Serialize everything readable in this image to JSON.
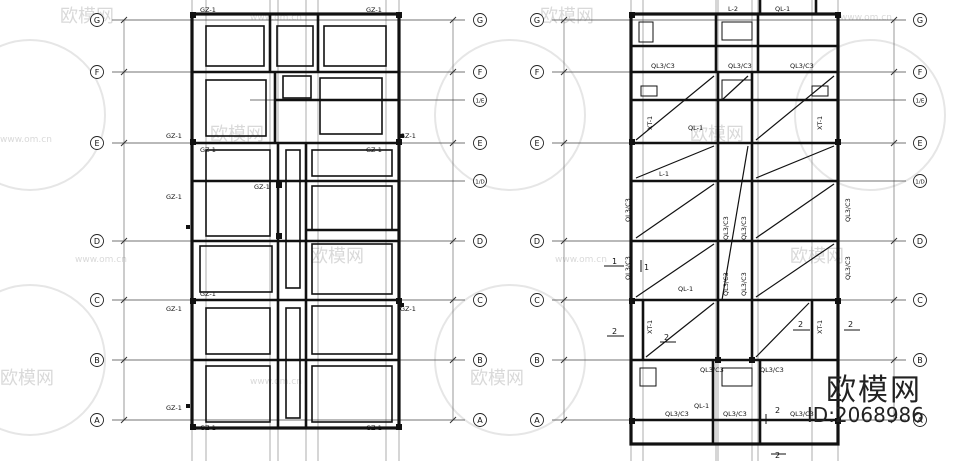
{
  "axes": {
    "letters": [
      "G",
      "F",
      "E",
      "D",
      "C",
      "B",
      "A"
    ],
    "mid_markers": [
      "1/E",
      "1/D"
    ]
  },
  "left_plan": {
    "col_label": "GZ-1",
    "col_label_short": "GZ-1"
  },
  "right_plan": {
    "label_ql1": "QL-1",
    "label_l1": "L-1",
    "label_l2": "L-2",
    "label_xt1": "XT-1",
    "label_ql": "QL3/C3",
    "section_1": "1",
    "section_2": "2"
  },
  "watermark": {
    "brand": "欧模网",
    "site": "www.om.cn",
    "id": "ID:2068986"
  }
}
